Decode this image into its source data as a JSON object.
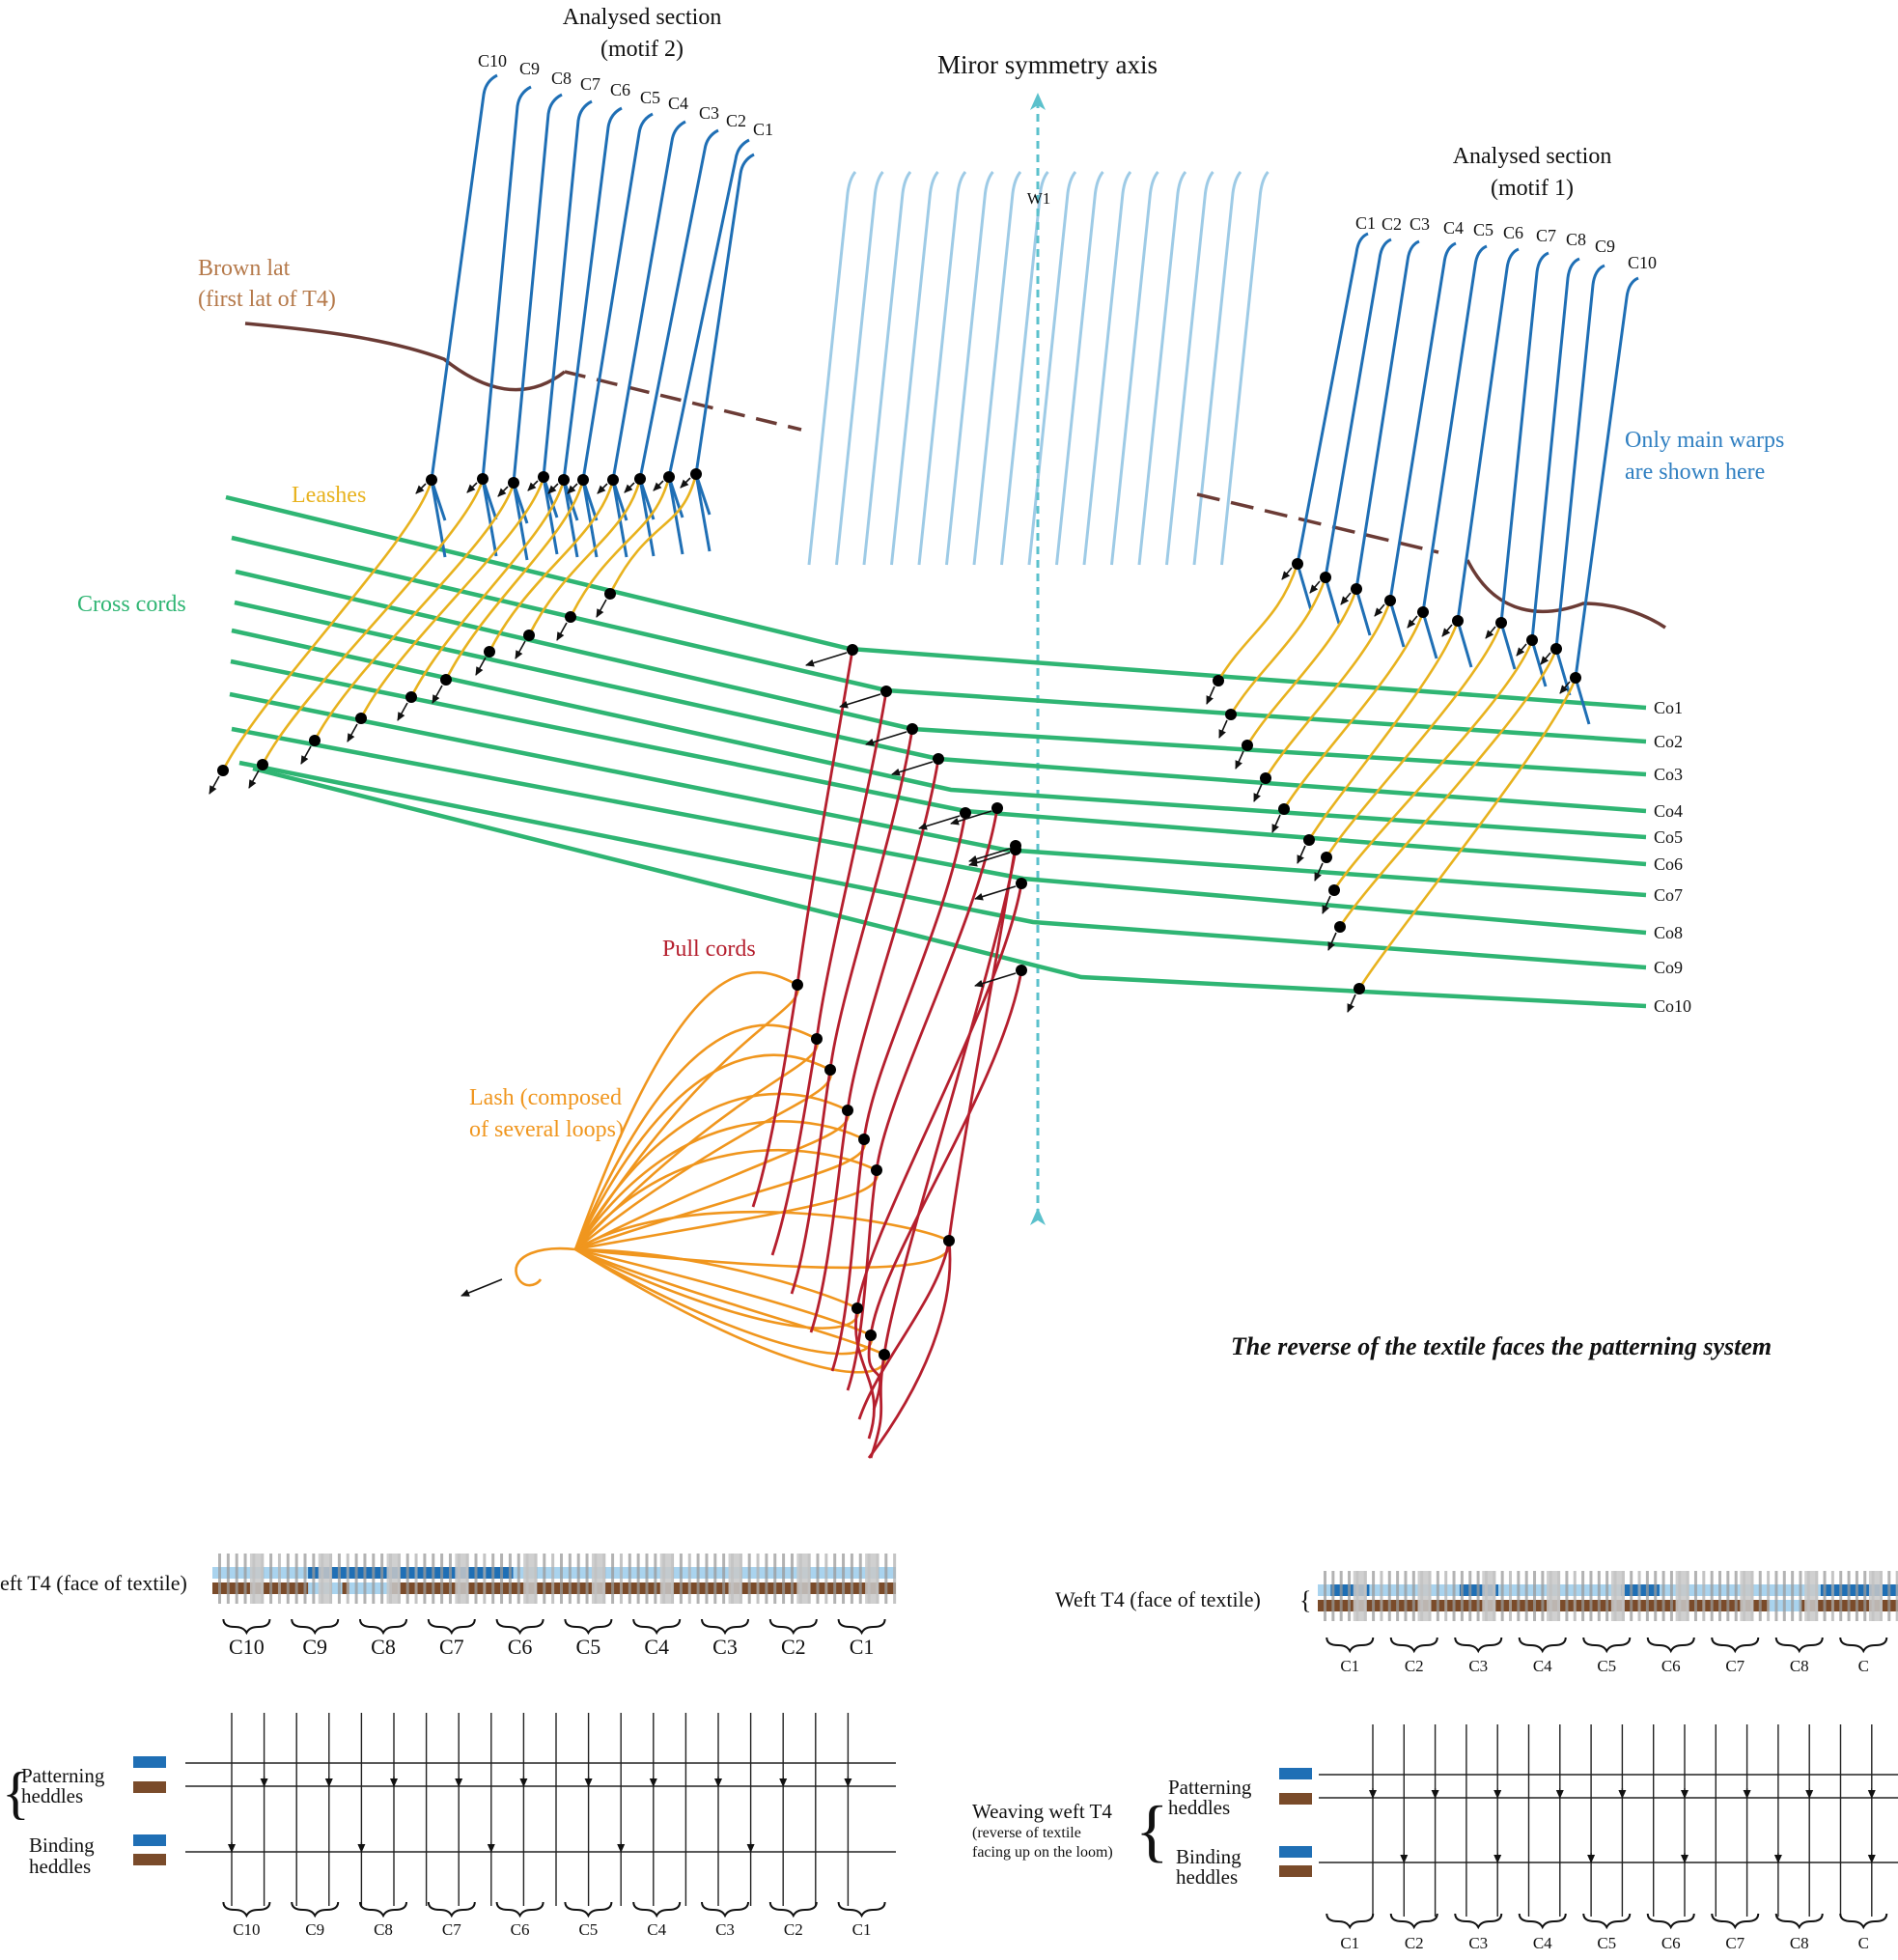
{
  "top": {
    "motif2_title": [
      "Analysed section",
      "(motif 2)"
    ],
    "motif1_title": [
      "Analysed section",
      "(motif 1)"
    ],
    "mirror_axis_label": "Miror symmetry axis",
    "w1_label": "W1",
    "brown_lat_label": [
      "Brown lat",
      "(first lat of T4)"
    ],
    "main_warps_note": [
      "Only main warps",
      "are shown here"
    ],
    "leashes_label": "Leashes",
    "cross_cords_label": "Cross cords",
    "pull_cords_label": "Pull cords",
    "lash_label": [
      "Lash (composed",
      "of several loops)"
    ],
    "caption": "The reverse of the textile faces the patterning system",
    "motif2_cords": [
      "C10",
      "C9",
      "C8",
      "C7",
      "C6",
      "C5",
      "C4",
      "C3",
      "C2",
      "C1"
    ],
    "motif1_cords": [
      "C1",
      "C2",
      "C3",
      "C4",
      "C5",
      "C6",
      "C7",
      "C8",
      "C9",
      "C10"
    ],
    "cross_cord_labels": [
      "Co1",
      "Co2",
      "Co3",
      "Co4",
      "Co5",
      "Co6",
      "Co7",
      "Co8",
      "Co9",
      "Co10"
    ]
  },
  "bottom_left": {
    "weft_label": "eft T4 (face of textile)",
    "cord_labels": [
      "C10",
      "C9",
      "C8",
      "C7",
      "C6",
      "C5",
      "C4",
      "C3",
      "C2",
      "C1"
    ],
    "patterning_label": [
      "Patterning",
      "heddles"
    ],
    "binding_label": [
      "Binding",
      "heddles"
    ]
  },
  "bottom_right": {
    "weft_label": "Weft T4 (face of textile)",
    "cord_labels": [
      "C1",
      "C2",
      "C3",
      "C4",
      "C5",
      "C6",
      "C7",
      "C8",
      "C"
    ],
    "weaving_label": [
      "Weaving weft T4",
      "(reverse of textile",
      "facing up on the loom)"
    ],
    "patterning_label": [
      "Patterning",
      "heddles"
    ],
    "binding_label": [
      "Binding",
      "heddles"
    ]
  },
  "colors": {
    "warp_dark": "#1f6fb5",
    "warp_light": "#9ecbe6",
    "cross_cord": "#2fb573",
    "leash": "#e8b21e",
    "pull_cord": "#b51f2e",
    "lash": "#f0961e",
    "lat": "#6b3b35",
    "axis": "#5bc1cc",
    "brown_label": "#b5794a",
    "note_blue": "#2f7fc1",
    "bar_blue": "#1f6fb5",
    "bar_light": "#a9d3ee",
    "bar_brown": "#7a4b2a"
  }
}
